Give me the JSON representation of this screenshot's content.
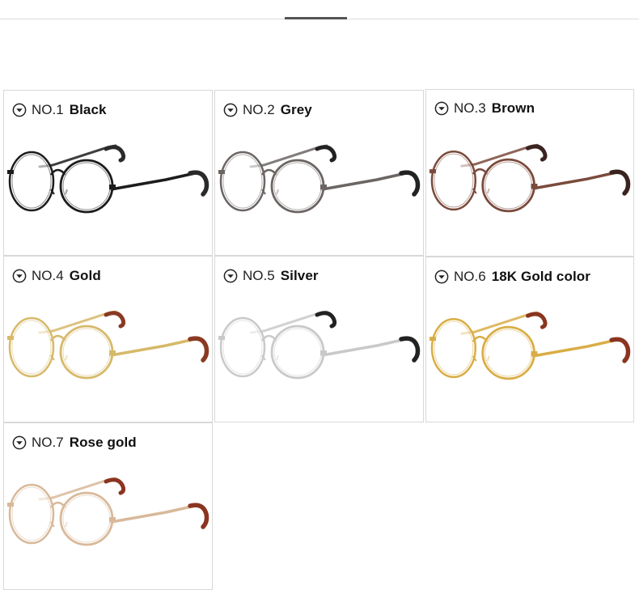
{
  "cards": [
    {
      "number": "NO.1",
      "color": "Black",
      "frame": "#1c1c1c",
      "tip": "#2a2a2a"
    },
    {
      "number": "NO.2",
      "color": "Grey",
      "frame": "#6b6563",
      "tip": "#222222"
    },
    {
      "number": "NO.3",
      "color": "Brown",
      "frame": "#7a4a3c",
      "tip": "#3a2420"
    },
    {
      "number": "NO.4",
      "color": "Gold",
      "frame": "#d6b96a",
      "tip": "#8a3a22"
    },
    {
      "number": "NO.5",
      "color": "Silver",
      "frame": "#c9c9c9",
      "tip": "#222222"
    },
    {
      "number": "NO.6",
      "color": "18K Gold color",
      "frame": "#d9ad45",
      "tip": "#8a3520"
    },
    {
      "number": "NO.7",
      "color": "Rose gold",
      "frame": "#d8b99a",
      "tip": "#8a3520"
    }
  ]
}
